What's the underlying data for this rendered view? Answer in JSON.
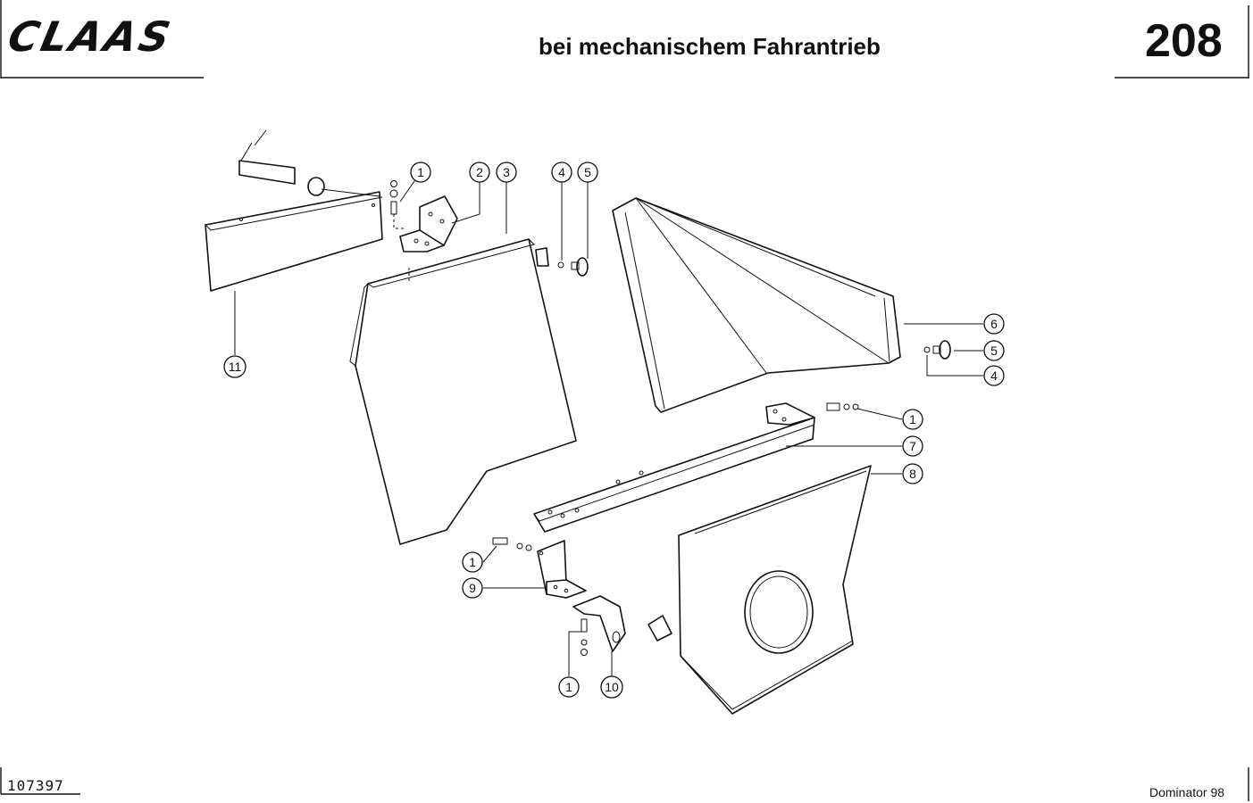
{
  "header": {
    "brand": "CLAAS",
    "title": "bei mechanischem Fahrantrieb",
    "page_number": "208"
  },
  "footer": {
    "document_number": "107397",
    "model": "Dominator 98"
  },
  "callouts": {
    "c1_top": "1",
    "c2": "2",
    "c3": "3",
    "c4_top": "4",
    "c5_top": "5",
    "c6": "6",
    "c5_right": "5",
    "c4_right": "4",
    "c1_right": "1",
    "c7": "7",
    "c8": "8",
    "c11": "11",
    "c1_left": "1",
    "c9": "9",
    "c1_bottom": "1",
    "c10": "10"
  }
}
